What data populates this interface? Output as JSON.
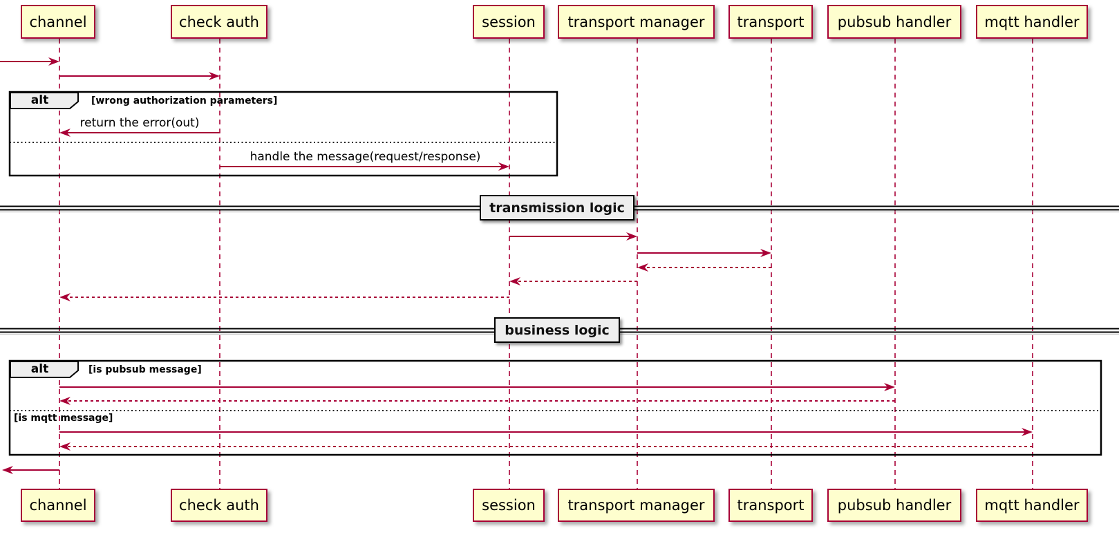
{
  "participants": [
    {
      "label": "channel"
    },
    {
      "label": "check auth"
    },
    {
      "label": "session"
    },
    {
      "label": "transport manager"
    },
    {
      "label": "transport"
    },
    {
      "label": "pubsub handler"
    },
    {
      "label": "mqtt handler"
    }
  ],
  "fragments": [
    {
      "operator": "alt",
      "conditions": [
        "[wrong authorization parameters]"
      ]
    },
    {
      "operator": "alt",
      "conditions": [
        "[is pubsub message]",
        "[is mqtt message]"
      ]
    }
  ],
  "dividers": [
    {
      "label": "transmission logic"
    },
    {
      "label": "business logic"
    }
  ],
  "messages": [
    {
      "label": "return the error(out)"
    },
    {
      "label": "handle the message(request/response)"
    }
  ],
  "colors": {
    "accent": "#A80036",
    "participant_fill": "#FEFECE",
    "header_fill": "#EEEEEE",
    "frame_border": "#000000"
  }
}
